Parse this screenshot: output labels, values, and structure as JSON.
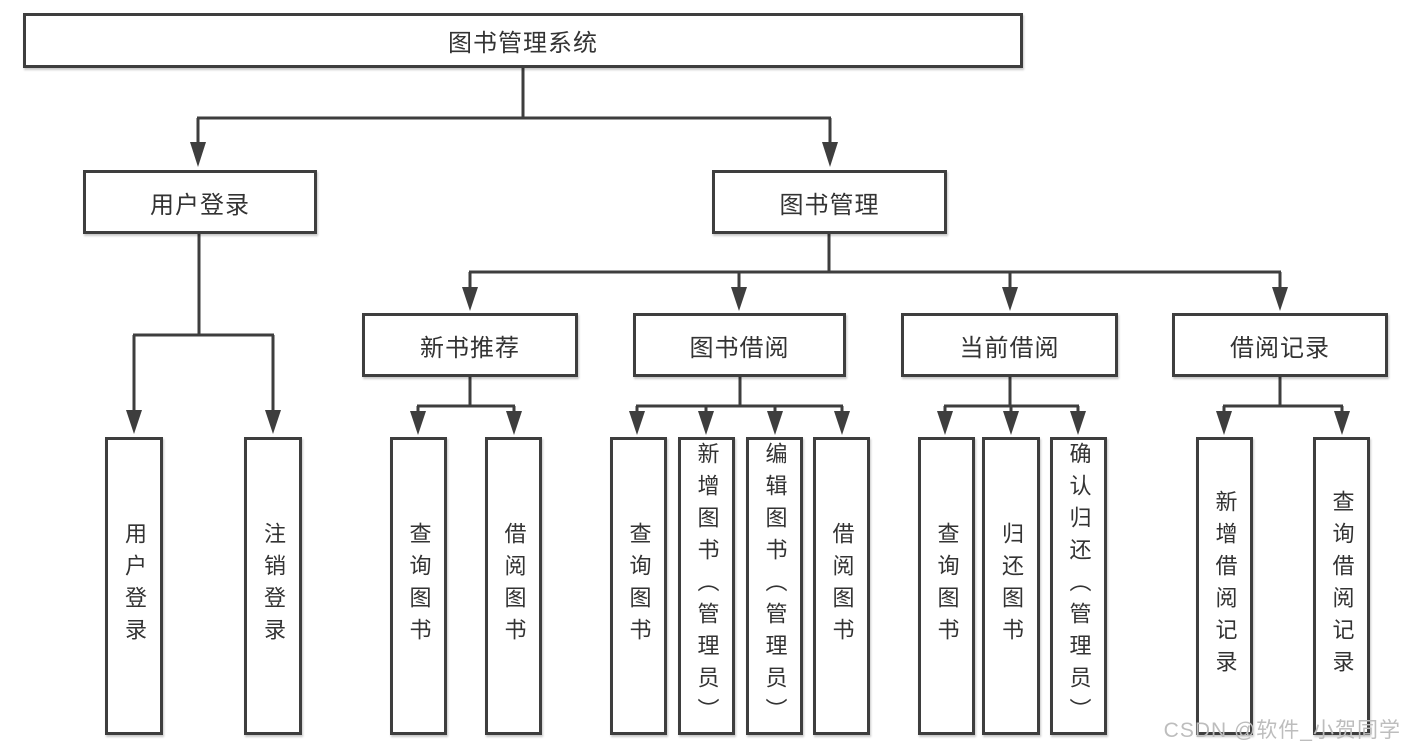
{
  "colors": {
    "line": "#3e3e3e",
    "box_border": "#3e3e3e",
    "text": "#333333",
    "watermark": "#bdbdbd",
    "bg": "#ffffff"
  },
  "watermark": {
    "text": "CSDN @软件_小贺同学"
  },
  "diagram": {
    "type": "tree",
    "root": {
      "label": "图书管理系统",
      "children": [
        {
          "label": "用户登录",
          "children": [
            {
              "label": "用户登录"
            },
            {
              "label": "注销登录"
            }
          ]
        },
        {
          "label": "图书管理",
          "children": [
            {
              "label": "新书推荐",
              "children": [
                {
                  "label": "查询图书"
                },
                {
                  "label": "借阅图书"
                }
              ]
            },
            {
              "label": "图书借阅",
              "children": [
                {
                  "label": "查询图书"
                },
                {
                  "label": "新增图书（管理员）"
                },
                {
                  "label": "编辑图书（管理员）"
                },
                {
                  "label": "借阅图书"
                }
              ]
            },
            {
              "label": "当前借阅",
              "children": [
                {
                  "label": "查询图书"
                },
                {
                  "label": "归还图书"
                },
                {
                  "label": "确认归还（管理员）"
                }
              ]
            },
            {
              "label": "借阅记录",
              "children": [
                {
                  "label": "新增借阅记录"
                },
                {
                  "label": "查询借阅记录"
                }
              ]
            }
          ]
        }
      ]
    }
  }
}
